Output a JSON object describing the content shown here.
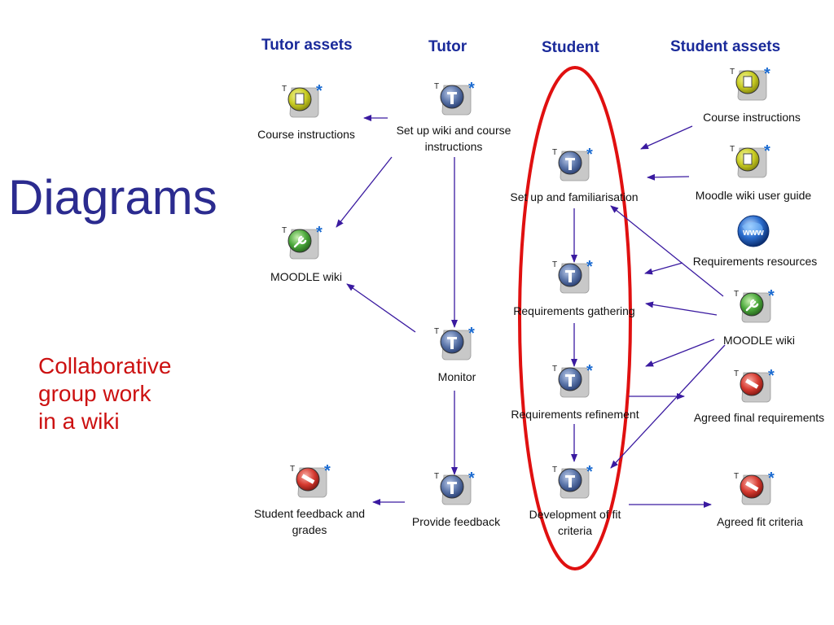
{
  "slide": {
    "title": "Diagrams",
    "subtitle_lines": [
      "Collaborative",
      "group work",
      "in a wiki"
    ]
  },
  "columns": {
    "tutor_assets": "Tutor assets",
    "tutor": "Tutor",
    "student": "Student",
    "student_assets": "Student assets"
  },
  "badges": {
    "t": "T",
    "star": "*"
  },
  "icons": {
    "document": "document-icon",
    "tool": "tool-icon",
    "text": "text-icon",
    "blocked": "no-entry-icon",
    "web": "globe-icon",
    "web_label": "www"
  },
  "colors": {
    "title": "#2b2b8f",
    "subtitle": "#cc1111",
    "header": "#1a2a9a",
    "arrow": "#3a1aa0",
    "ellipse": "#e01010"
  },
  "nodes": {
    "ta_course": {
      "lines": [
        "Course instructions"
      ]
    },
    "ta_moodle": {
      "lines": [
        "MOODLE wiki"
      ]
    },
    "ta_feedback": {
      "lines": [
        "Student feedback and",
        "grades"
      ]
    },
    "t_setup": {
      "lines": [
        "Set up wiki and course",
        "instructions"
      ]
    },
    "t_monitor": {
      "lines": [
        "Monitor"
      ]
    },
    "t_provide": {
      "lines": [
        "Provide feedback"
      ]
    },
    "s_setup": {
      "lines": [
        "Set up and familiarisation"
      ]
    },
    "s_gather": {
      "lines": [
        "Requirements gathering"
      ]
    },
    "s_refine": {
      "lines": [
        "Requirements refinement"
      ]
    },
    "s_dev": {
      "lines": [
        "Development of fit",
        "criteria"
      ]
    },
    "sa_course": {
      "lines": [
        "Course instructions"
      ]
    },
    "sa_guide": {
      "lines": [
        "Moodle wiki user guide"
      ]
    },
    "sa_resources": {
      "lines": [
        "Requirements resources"
      ]
    },
    "sa_moodle": {
      "lines": [
        "MOODLE wiki"
      ]
    },
    "sa_final": {
      "lines": [
        "Agreed final requirements"
      ]
    },
    "sa_fit": {
      "lines": [
        "Agreed fit criteria"
      ]
    }
  }
}
